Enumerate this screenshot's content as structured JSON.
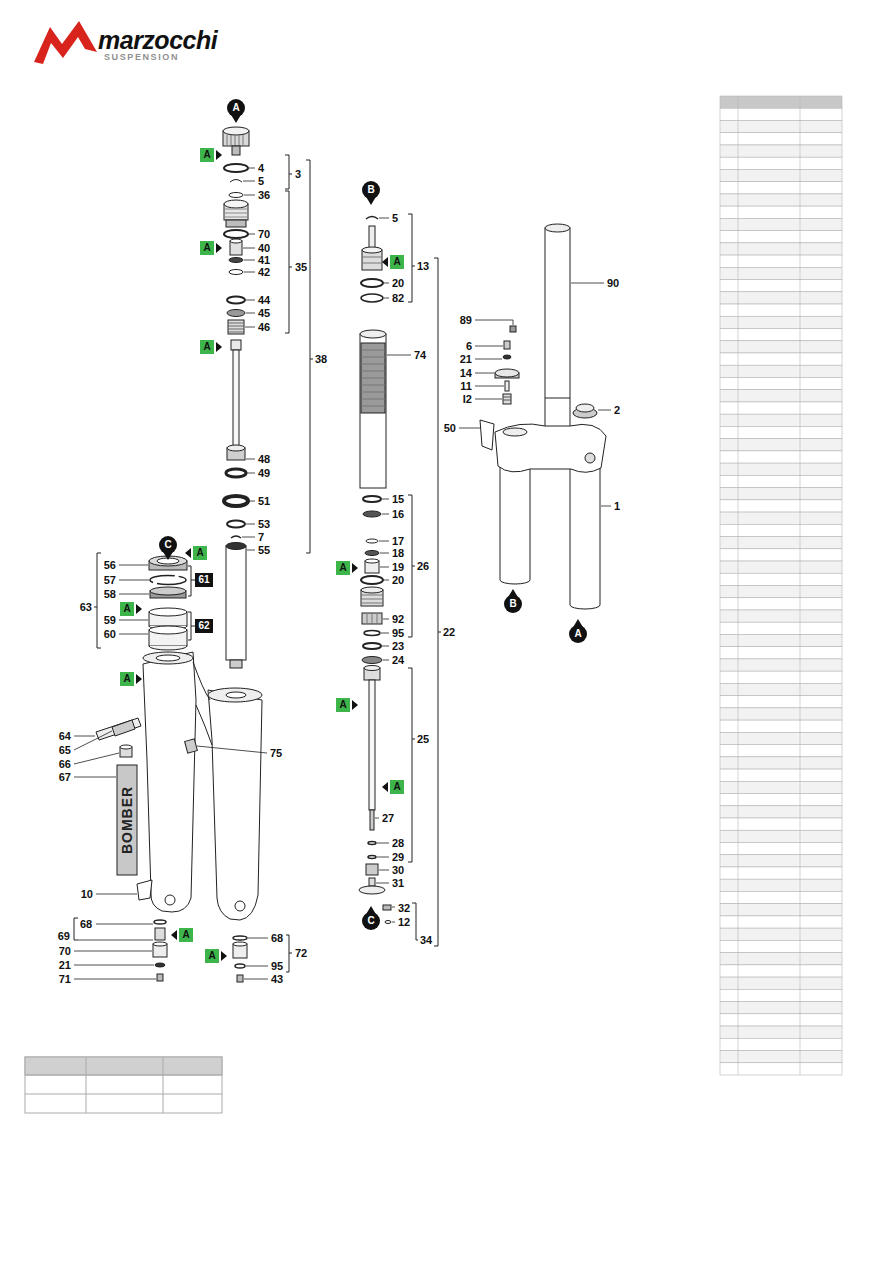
{
  "diagram": {
    "nodes": [
      {
        "text": [
          "A"
        ]
      },
      {
        "text": [
          "A"
        ]
      },
      {
        "text": [
          "B"
        ]
      },
      {
        "text": [
          "A"
        ]
      },
      {
        "text": [
          "A"
        ]
      },
      {
        "text": [
          "A"
        ]
      },
      {
        "text": [
          "C"
        ]
      },
      {
        "text": [
          "A"
        ]
      },
      {
        "text": [
          "A"
        ]
      },
      {
        "text": [
          "61"
        ]
      },
      {
        "text": [
          "A"
        ]
      },
      {
        "text": [
          "62"
        ]
      },
      {
        "text": [
          "A"
        ]
      },
      {
        "text": [
          "A"
        ]
      },
      {
        "text": [
          "A"
        ]
      },
      {
        "text": [
          "C"
        ]
      },
      {
        "text": [
          "A"
        ]
      },
      {
        "text": [
          "A"
        ]
      },
      {
        "text": [
          "B"
        ]
      },
      {
        "text": [
          "A"
        ]
      }
    ],
    "labels": [
      "marzocchi",
      "SUSPENSION",
      "4",
      "5",
      "3",
      "36",
      "70",
      "40",
      "41",
      "42",
      "35",
      "44",
      "45",
      "46",
      "38",
      "48",
      "49",
      "51",
      "53",
      "7",
      "55",
      "56",
      "57",
      "58",
      "63",
      "59",
      "60",
      "64",
      "65",
      "66",
      "67",
      "BOMBER",
      "75",
      "10",
      "68",
      "69",
      "70",
      "21",
      "71",
      "68",
      "72",
      "95",
      "43",
      "5",
      "13",
      "20",
      "82",
      "74",
      "15",
      "16",
      "17",
      "18",
      "19",
      "20",
      "26",
      "92",
      "95",
      "22",
      "23",
      "24",
      "25",
      "27",
      "28",
      "29",
      "30",
      "31",
      "32",
      "12",
      "34",
      "90",
      "89",
      "6",
      "21",
      "14",
      "11",
      "I2",
      "2",
      "50",
      "1"
    ]
  }
}
